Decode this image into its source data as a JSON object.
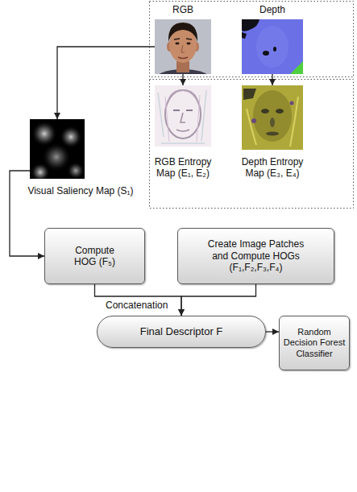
{
  "diagram": {
    "nodes": [
      {
        "text": [
          "RGB"
        ]
      },
      {
        "text": [
          "Depth"
        ]
      },
      {
        "text": [
          "Visual Saliency Map (S₁)"
        ]
      },
      {
        "text": [
          "RGB Entropy Map (E₁, E₂)"
        ]
      },
      {
        "text": [
          "Depth Entropy Map (E₃, E₄)"
        ]
      },
      {
        "text": [
          "Compute HOG (F₅)"
        ]
      },
      {
        "text": [
          "Create Image Patches and Compute HOGs (F₁,F₂,F₃,F₄)"
        ]
      },
      {
        "text": [
          "Final Descriptor F"
        ]
      },
      {
        "text": [
          "Random Decision Forest Classifier"
        ]
      }
    ],
    "edges": [
      {
        "from": 0,
        "to": 2,
        "arrow": "to"
      },
      {
        "from": 0,
        "to": 3,
        "arrow": "to"
      },
      {
        "from": 1,
        "to": 4,
        "arrow": "to"
      },
      {
        "from": 2,
        "to": 5,
        "arrow": "to"
      },
      {
        "from": 5,
        "to": 7,
        "arrow": "to"
      },
      {
        "from": 6,
        "to": 7,
        "arrow": "to"
      },
      {
        "from": 7,
        "to": 8,
        "arrow": "to"
      }
    ],
    "labels": [
      "Concatenation"
    ]
  }
}
